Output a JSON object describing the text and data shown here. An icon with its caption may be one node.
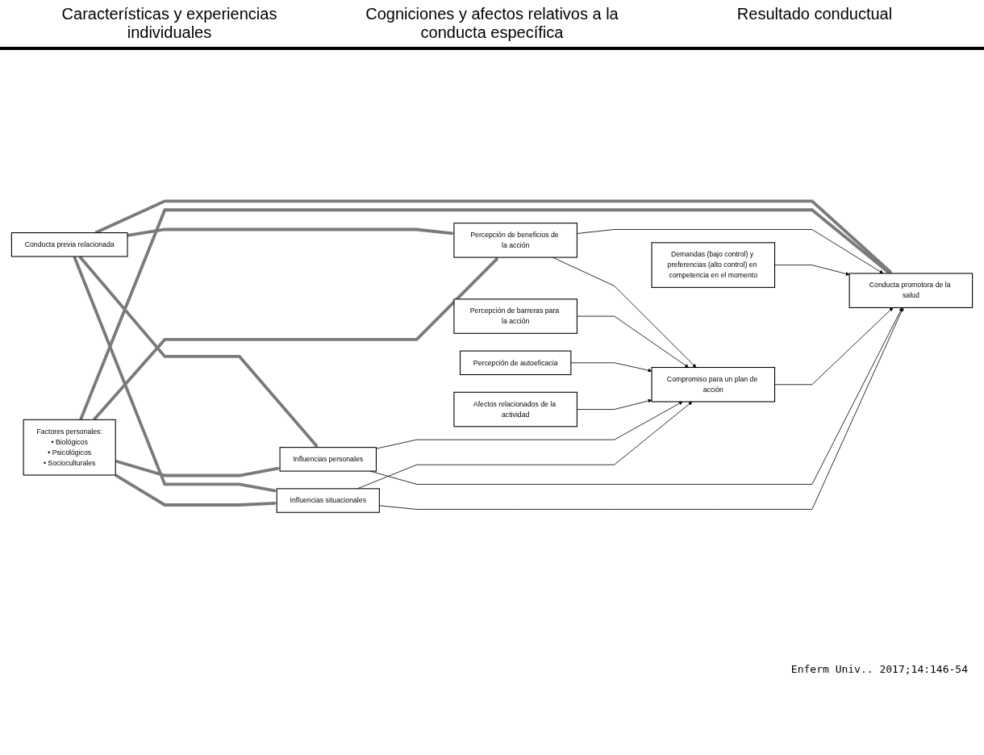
{
  "diagram": {
    "caption": "Enferm Univ.. 2017;14:146-54",
    "nodes": [
      {
        "text": [
          "Conducta previa relacionada"
        ]
      },
      {
        "text": [
          "Factores personales:",
          "• Biológicos",
          "• Psicológicos",
          "• Socioculturales"
        ]
      },
      {
        "text": [
          "Percepción de beneficios de la acción"
        ]
      },
      {
        "text": [
          "Percepción de barreras para la acción"
        ]
      },
      {
        "text": [
          "Percepción de autoeficacia"
        ]
      },
      {
        "text": [
          "Afectos relacionados de la actividad"
        ]
      },
      {
        "text": [
          "Demandas (bajo control) y preferencias (alto control) en competencia en el momento"
        ]
      },
      {
        "text": [
          "Compromiso para un plan de acción"
        ]
      },
      {
        "text": [
          "Conducta promotora de la salud"
        ]
      },
      {
        "text": [
          "Influencias personales"
        ]
      },
      {
        "text": [
          "Influencias situacionales"
        ]
      }
    ],
    "edges": [
      {
        "from": 0,
        "to": 2,
        "arrow": "to",
        "style": "thick",
        "color": "#7a7a7a"
      },
      {
        "from": 0,
        "to": 9,
        "arrow": "to",
        "style": "thick",
        "color": "#7a7a7a"
      },
      {
        "from": 0,
        "to": 10,
        "arrow": "to",
        "style": "thick",
        "color": "#7a7a7a"
      },
      {
        "from": 0,
        "to": 8,
        "arrow": "to",
        "style": "thick",
        "color": "#7a7a7a"
      },
      {
        "from": 1,
        "to": 2,
        "arrow": "to",
        "style": "thick",
        "color": "#7a7a7a"
      },
      {
        "from": 1,
        "to": 9,
        "arrow": "to",
        "style": "thick",
        "color": "#7a7a7a"
      },
      {
        "from": 1,
        "to": 10,
        "arrow": "to",
        "style": "thick",
        "color": "#7a7a7a"
      },
      {
        "from": 1,
        "to": 8,
        "arrow": "to",
        "style": "thick",
        "color": "#7a7a7a"
      },
      {
        "from": 2,
        "to": 8,
        "arrow": "to"
      },
      {
        "from": 2,
        "to": 7,
        "arrow": "to"
      },
      {
        "from": 3,
        "to": 7,
        "arrow": "to"
      },
      {
        "from": 4,
        "to": 7,
        "arrow": "to"
      },
      {
        "from": 5,
        "to": 7,
        "arrow": "to"
      },
      {
        "from": 6,
        "to": 8,
        "arrow": "to"
      },
      {
        "from": 7,
        "to": 8,
        "arrow": "to"
      },
      {
        "from": 9,
        "to": 7,
        "arrow": "to"
      },
      {
        "from": 10,
        "to": 7,
        "arrow": "to"
      },
      {
        "from": 9,
        "to": 8,
        "arrow": "to"
      },
      {
        "from": 10,
        "to": 8,
        "arrow": "to"
      }
    ],
    "labels": [
      "Características y experiencias individuales",
      "Cogniciones y afectos relativos a la conducta específica",
      "Resultado conductual"
    ]
  }
}
